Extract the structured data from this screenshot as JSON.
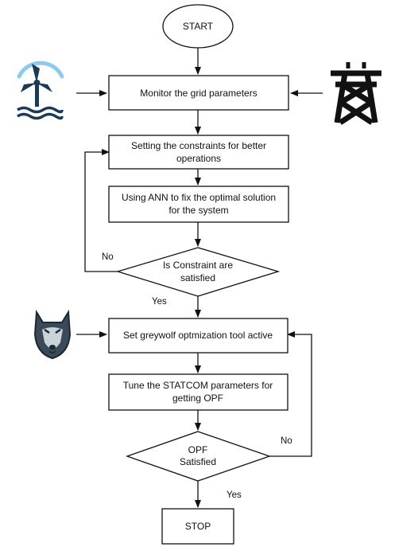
{
  "nodes": {
    "start": "START",
    "monitor": "Monitor the grid parameters",
    "constraints_line1": "Setting the constraints for better",
    "constraints_line2": "operations",
    "ann_line1": "Using ANN to fix the optimal solution",
    "ann_line2": "for the system",
    "check_constraint_line1": "Is Constraint are",
    "check_constraint_line2": "satisfied",
    "greywolf": "Set greywolf optmization tool active",
    "tune_line1": "Tune the STATCOM parameters for",
    "tune_line2": "getting OPF",
    "opf_line1": "OPF",
    "opf_line2": "Satisfied",
    "stop": "STOP"
  },
  "edge_labels": {
    "no_1": "No",
    "yes_1": "Yes",
    "no_2": "No",
    "yes_2": "Yes"
  },
  "icons": {
    "wind": "wind-turbine-icon",
    "tower": "transmission-tower-icon",
    "wolf": "wolf-icon"
  },
  "colors": {
    "line": "#111111",
    "wind_arc": "#8ec9ee",
    "wind_body": "#1b3a57",
    "wolf_dark": "#3a4a58",
    "wolf_light": "#c9d3da"
  }
}
